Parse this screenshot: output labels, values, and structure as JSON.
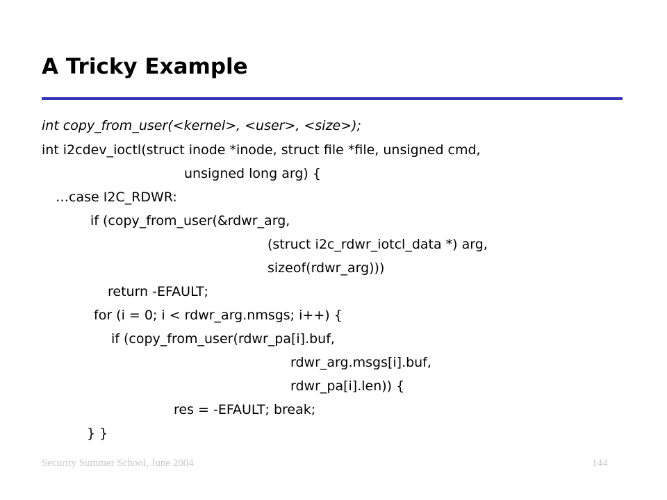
{
  "slide": {
    "title": "A Tricky Example"
  },
  "code": {
    "lines": [
      "int copy_from_user(<kernel>, <user>, <size>);",
      "int i2cdev_ioctl(struct inode *inode, struct file *file, unsigned cmd,",
      "unsigned long arg) {",
      "…case I2C_RDWR:",
      "if (copy_from_user(&rdwr_arg,",
      "(struct i2c_rdwr_iotcl_data *) arg,",
      "sizeof(rdwr_arg)))",
      "return -EFAULT;",
      "for (i = 0; i < rdwr_arg.nmsgs; i++) {",
      "if (copy_from_user(rdwr_pa[i].buf,",
      "rdwr_arg.msgs[i].buf,",
      "rdwr_pa[i].len)) {",
      "res = -EFAULT; break;",
      "} }"
    ]
  },
  "footer": {
    "left": "Security Summer School, June 2004",
    "page_number": "144"
  },
  "colors": {
    "title_rule": "#3333b3",
    "footer_text": "#c8c8c8",
    "text": "#000000"
  }
}
